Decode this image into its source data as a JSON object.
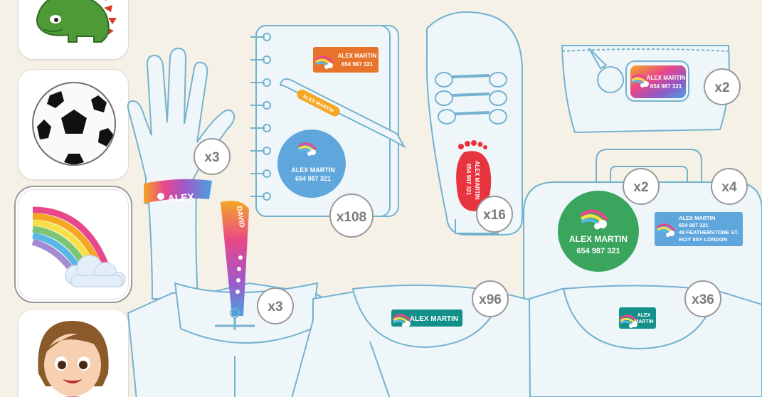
{
  "design_picker": {
    "options": [
      {
        "icon": "dinosaur-icon"
      },
      {
        "icon": "soccer-ball-icon"
      },
      {
        "icon": "rainbow-icon",
        "selected": true
      },
      {
        "icon": "girl-avatar-icon"
      }
    ]
  },
  "labels": {
    "wristband": {
      "name": "ALEX",
      "quantity": "x3"
    },
    "notebook_label": {
      "name": "ALEX MARTIN",
      "phone": "654 987 321"
    },
    "pencil_label": {
      "name": "ALEX MARTIN"
    },
    "round_label": {
      "name": "ALEX MARTIN",
      "phone": "654 987 321",
      "quantity": "x108"
    },
    "shoe_label": {
      "name": "ALEX MARTIN",
      "phone": "654 987 321",
      "quantity": "x16"
    },
    "keyring_tag": {
      "name": "ALEX MARTIN",
      "phone": "654 987 321",
      "quantity": "x2"
    },
    "suitcase_round": {
      "name": "ALEX MARTIN",
      "phone": "654 987 321",
      "quantity": "x2"
    },
    "suitcase_address": {
      "name": "ALEX MARTIN",
      "phone": "654 987 321",
      "address_line1": "49 FEATHERSTONE ST.",
      "address_line2": "ECIY 8SY LONDON",
      "quantity": "x4"
    },
    "strap_label": {
      "name": "DAVID",
      "quantity": "x3"
    },
    "iron_on_label": {
      "name": "ALEX MARTIN",
      "quantity": "x96"
    },
    "small_clothing_label": {
      "name_line1": "ALEX",
      "name_line2": "MARTIN",
      "quantity": "x36"
    }
  },
  "colors": {
    "outline": "#74b2cf",
    "item_fill": "#eff6fa",
    "orange": "#e8732a",
    "blue": "#5fa6dd",
    "green": "#3aa55d",
    "teal": "#139089",
    "red": "#e8343f",
    "badge_text": "#7a7a7a"
  }
}
